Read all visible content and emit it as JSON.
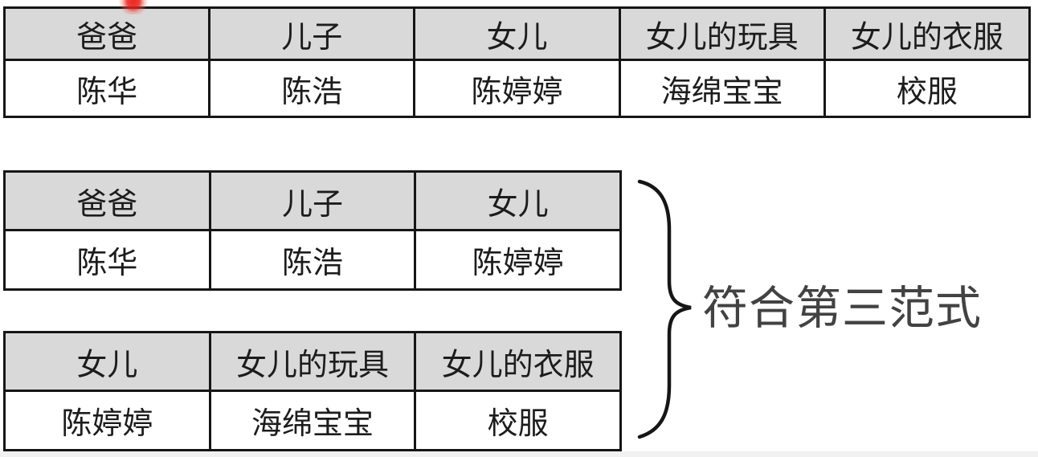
{
  "slide": {
    "tables": {
      "combined": {
        "headers": [
          "爸爸",
          "儿子",
          "女儿",
          "女儿的玩具",
          "女儿的衣服"
        ],
        "row": [
          "陈华",
          "陈浩",
          "陈婷婷",
          "海绵宝宝",
          "校服"
        ]
      },
      "family": {
        "headers": [
          "爸爸",
          "儿子",
          "女儿"
        ],
        "row": [
          "陈华",
          "陈浩",
          "陈婷婷"
        ]
      },
      "daughter": {
        "headers": [
          "女儿",
          "女儿的玩具",
          "女儿的衣服"
        ],
        "row": [
          "陈婷婷",
          "海绵宝宝",
          "校服"
        ]
      }
    },
    "annotation": {
      "label": "符合第三范式"
    },
    "colors": {
      "header_bg": "#d9d9d9",
      "cell_bg": "#ffffff",
      "border": "#161616",
      "table_text": "#1c1c1c",
      "annotation_text": "#424242",
      "laser_dot": "#eb1c18",
      "bottom_strip": "#f1f1f1"
    }
  }
}
